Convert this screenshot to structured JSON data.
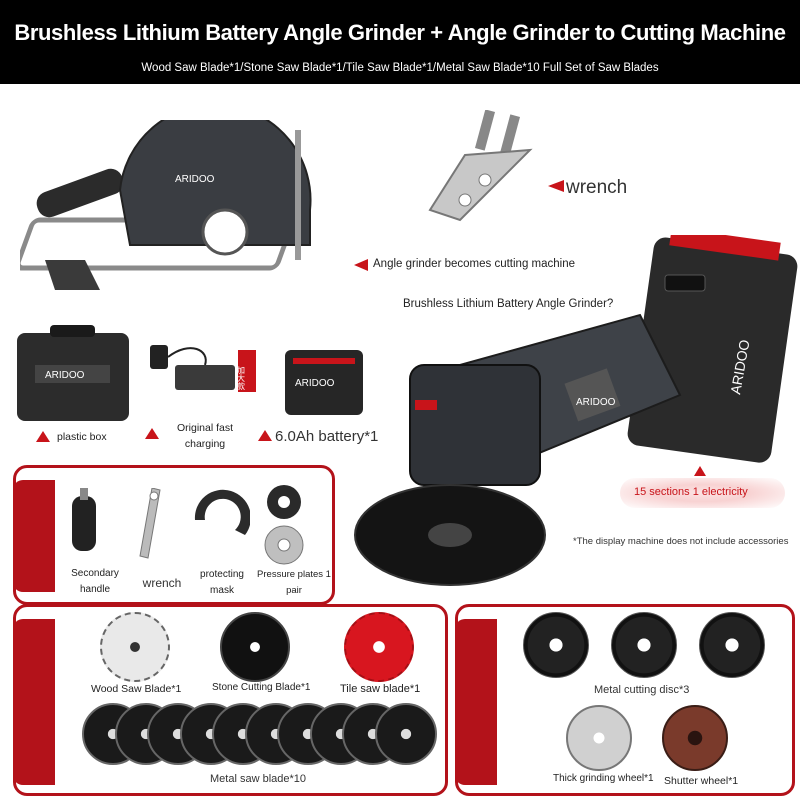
{
  "header": {
    "title": "Brushless Lithium Battery Angle Grinder + Angle Grinder to Cutting Machine",
    "subtitle": "Wood Saw Blade*1/Stone Saw Blade*1/Tile Saw Blade*1/Metal Saw Blade*10 Full Set of Saw Blades"
  },
  "top_section": {
    "wrench_label": "wrench",
    "cutting_machine_label": "Angle grinder becomes cutting machine",
    "grinder_label": "Brushless Lithium Battery Angle Grinder?",
    "brand": "ARIDOO",
    "charger_tag": "加大款"
  },
  "accessories_row": {
    "plastic_box": "plastic box",
    "charging_line1": "Original fast",
    "charging_line2": "charging",
    "battery": "6.0Ah battery*1"
  },
  "callouts": {
    "electricity": "15 sections 1 electricity",
    "disclaimer": "*The display machine does not include accessories"
  },
  "panel_accessories": {
    "items": [
      {
        "line1": "Secondary",
        "line2": "handle"
      },
      {
        "line1": "wrench",
        "line2": ""
      },
      {
        "line1": "protecting",
        "line2": "mask"
      },
      {
        "line1": "Pressure plates 1",
        "line2": "pair"
      }
    ]
  },
  "panel_blades": {
    "wood": "Wood Saw Blade*1",
    "stone": "Stone Cutting Blade*1",
    "tile": "Tile saw blade*1",
    "metal": "Metal saw blade*10",
    "metal_count": 10
  },
  "panel_discs": {
    "metal_cutting": "Metal cutting disc*3",
    "thick_grinding": "Thick grinding wheel*1",
    "shutter": "Shutter wheel*1",
    "metal_cutting_count": 3
  },
  "colors": {
    "accent_red": "#b3121a",
    "header_bg": "#000000"
  }
}
